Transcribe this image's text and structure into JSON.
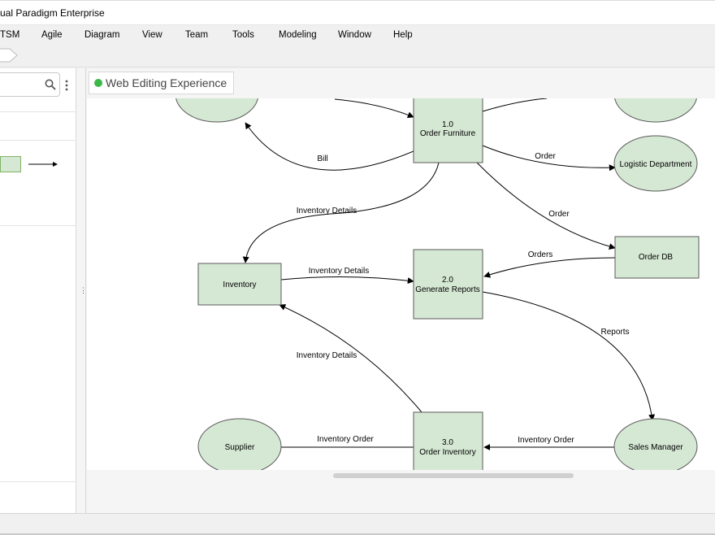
{
  "app": {
    "title": "ual Paradigm Enterprise"
  },
  "menu": {
    "items": [
      "TSM",
      "Agile",
      "Diagram",
      "View",
      "Team",
      "Tools",
      "Modeling",
      "Window",
      "Help"
    ]
  },
  "canvas": {
    "web_editing_label": "Web Editing Experience"
  },
  "diagram": {
    "nodes": {
      "process_1_id": "1.0",
      "process_1_name": "Order Furniture",
      "process_2_id": "2.0",
      "process_2_name": "Generate Reports",
      "process_3_id": "3.0",
      "process_3_name": "Order Inventory",
      "logistic": "Logistic Department",
      "inventory": "Inventory",
      "order_db": "Order DB",
      "supplier": "Supplier",
      "sales_manager": "Sales Manager"
    },
    "flows": {
      "bill": "Bill",
      "order_logistic": "Order",
      "order_db": "Order",
      "inv_details_to_inventory": "Inventory Details",
      "inv_details_to_reports": "Inventory Details",
      "orders": "Orders",
      "reports": "Reports",
      "inv_details_from_p3": "Inventory Details",
      "inv_order_supplier": "Inventory Order",
      "inv_order_sales": "Inventory Order"
    }
  },
  "colors": {
    "node_fill": "#d5e8d4",
    "node_stroke": "#5a5a5a",
    "status_dot": "#3cb84a"
  },
  "icons": {
    "search": "search-icon",
    "more": "more-vertical-icon"
  }
}
